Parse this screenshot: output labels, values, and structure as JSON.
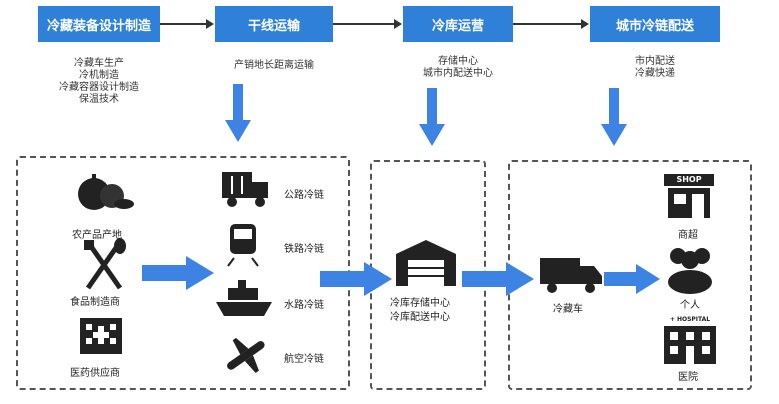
{
  "stages": [
    {
      "title": "冷藏装备设计制造",
      "items": [
        "冷藏车生产",
        "冷机制造",
        "冷藏容器设计制造",
        "保温技术"
      ]
    },
    {
      "title": "干线运输",
      "items": [
        "产销地长距离运输"
      ]
    },
    {
      "title": "冷库运营",
      "items": [
        "存储中心",
        "城市内配送中心"
      ]
    },
    {
      "title": "城市冷链配送",
      "items": [
        "市内配送",
        "冷藏快递"
      ]
    }
  ],
  "origins": [
    "农产品产地",
    "食品制造商",
    "医药供应商"
  ],
  "transport": [
    "公路冷链",
    "铁路冷链",
    "水路冷链",
    "航空冷链"
  ],
  "warehouse": [
    "冷库存储中心",
    "冷库配送中心"
  ],
  "truck": "冷藏车",
  "shop_sign": "SHOP",
  "hospital_sign": "+ HOSPITAL",
  "destinations": [
    "商超",
    "个人",
    "医院"
  ],
  "colors": {
    "stage": "#2f80d8",
    "arrow": "#3d83e3",
    "icon": "#222222"
  }
}
